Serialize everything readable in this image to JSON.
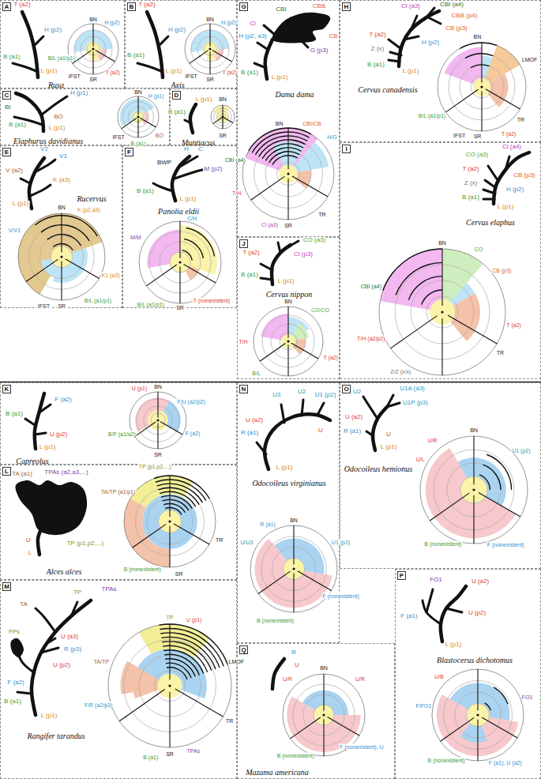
{
  "diagram": {
    "nodes": [
      {
        "text": [
          "A",
          "Rusa"
        ]
      },
      {
        "text": [
          "B",
          "Axis"
        ]
      },
      {
        "text": [
          "C",
          "Elaphurus davidianus"
        ]
      },
      {
        "text": [
          "D",
          "Muntiacus"
        ]
      },
      {
        "text": [
          "E",
          "Rucervus"
        ]
      },
      {
        "text": [
          "F",
          "Panolia eldii"
        ]
      },
      {
        "text": [
          "G",
          "Dama dama"
        ]
      },
      {
        "text": [
          "H",
          "Cervus canadensis"
        ]
      },
      {
        "text": [
          "I",
          "Cervus elaphus"
        ]
      },
      {
        "text": [
          "J",
          "Cervus nippon"
        ]
      },
      {
        "text": [
          "K",
          "Capreolus"
        ]
      },
      {
        "text": [
          "L",
          "Alces alces"
        ]
      },
      {
        "text": [
          "M",
          "Rangifer tarandus"
        ]
      },
      {
        "text": [
          "N",
          "Odocoileus virginianus"
        ]
      },
      {
        "text": [
          "O",
          "Odocoileus hemionus"
        ]
      },
      {
        "text": [
          "P",
          "Blastocerus dichotomus"
        ]
      },
      {
        "text": [
          "Q",
          "Mazama americana"
        ]
      }
    ],
    "labels": [
      "T (a2)",
      "H (p2)",
      "B (a1)",
      "L (p1)",
      "BN",
      "H (p2)",
      "T (a2)",
      "SR",
      "IFST",
      "B/L (a1/p1)",
      "T (a2)",
      "H (p2)",
      "B (a1)",
      "L (p1)",
      "BN",
      "H (p2)",
      "T (a2)",
      "SR",
      "IFST",
      "BI",
      "BO",
      "H (p1)",
      "B (a1)",
      "L (p1)",
      "BN",
      "H (p1)",
      "BO",
      "B (a1)",
      "IFST",
      "L (p1)",
      "B (a1)",
      "BN",
      "SR",
      "V2",
      "V1",
      "V (a2)",
      "K (a3)",
      "L (p1)",
      "BN",
      "K (p2,a3)",
      "V/V1",
      "K1 (a3)",
      "B/L (a1/p1)",
      "SR",
      "IFST",
      "H",
      "C",
      "BWP",
      "M (p2)",
      "B (a1)",
      "L (p1)",
      "C/H",
      "M/M",
      "T (nonexistent)",
      "SR",
      "B/L (a1/p1)",
      "CBI",
      "CBB",
      "CB",
      "Cl",
      "H (p2, a3)",
      "G (p3)",
      "B (a1)",
      "L (p1)",
      "BN",
      "CBI/CB",
      "H/G",
      "TR",
      "SR",
      "Cl (a3)",
      "T/H",
      "CBI (a4)",
      "Cl (a3)",
      "CBI (a4)",
      "CBB (p4)",
      "CB (p3)",
      "T (a2)",
      "Z (x)",
      "H (p2)",
      "B (a1)",
      "L (p1)",
      "BN",
      "LMOF",
      "TR",
      "T (a2)",
      "SR",
      "IFST",
      "B/L (a1/p1)",
      "CO (a3)",
      "Cl (a4)",
      "T (a2)",
      "Z (x)",
      "CB (p3)",
      "H (p2)",
      "B (a1)",
      "L (p1)",
      "BN",
      "CO",
      "CB (p3)",
      "T (a2)",
      "TR",
      "Z/Z (x/x)",
      "T/H (a2/p2)",
      "CBI (a4)",
      "CO (a3)",
      "T (a2)",
      "Cl (p3)",
      "B (a1)",
      "L (p1)",
      "BN",
      "CO/CO",
      "T (a2)",
      "B/L",
      "T/H",
      "F (a2)",
      "B (a1)",
      "U (p2)",
      "L (p1)",
      "BN",
      "F/U (a2/p2)",
      "F (a2)",
      "SR",
      "B/F (a1/a2)",
      "U (p1)",
      "TA (a1)",
      "TPAs (a2,a3,...)",
      "TP (p1,p2,...)",
      "U",
      "L",
      "TP (p1,p2,...)",
      "TA/TP (a1/p1)",
      "TR",
      "SR",
      "B (nonexistent)",
      "TPAs",
      "TA",
      "TP",
      "FPs",
      "U (a3)",
      "R (p3)",
      "U (p2)",
      "F (a2)",
      "B (a1)",
      "L (p1)",
      "TP",
      "U (p1)",
      "LMOF",
      "TR",
      "TPAs",
      "SR",
      "B (a1)",
      "F/R (a2/p3)",
      "TA/TP",
      "U3",
      "U2",
      "U1 (p2)",
      "U (a2)",
      "R (a1)",
      "U",
      "L (p1)",
      "BN",
      "U1 (p2)",
      "F (nonexistent)",
      "B (nonexistent)",
      "U/U3",
      "R (a1)",
      "U2",
      "U1A (a3)",
      "U1P (p3)",
      "U (a2)",
      "R (a1)",
      "U",
      "L (p1)",
      "BN",
      "U1 (p2)",
      "F (nonexistent)",
      "B (nonexistent)",
      "U/L",
      "U/R",
      "FO1",
      "U (a2)",
      "F (a1)",
      "U (p2)",
      "L (p1)",
      "FO1",
      "F (a1), U (a2)",
      "B (nonexistent)",
      "F/FO1",
      "U/B",
      "R",
      "U",
      "BN",
      "U/R",
      "F (nonexistent), U",
      "B (nonexistent)",
      "U/R"
    ]
  }
}
